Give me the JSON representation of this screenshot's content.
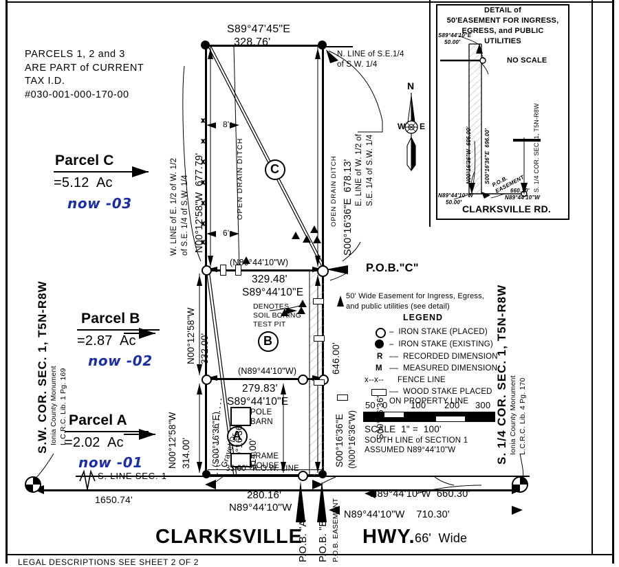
{
  "sheet": {
    "tax_note": "PARCELS 1, 2 and 3\nARE PART of CURRENT\nTAX I.D.\n#030-001-000-170-00",
    "road_name": "CLARKSVILLE",
    "road_name2": "HWY.",
    "road_width": "66'  Wide",
    "bottom_cut": "LEGAL DESCRIPTIONS SEE SHEET 2 OF 2"
  },
  "parcels": [
    {
      "name": "Parcel C",
      "area": "=5.12  Ac",
      "hand": "now -03",
      "circle": "C"
    },
    {
      "name": "Parcel B",
      "area": "=2.87  Ac",
      "hand": "now -02",
      "circle": "B"
    },
    {
      "name": "Parcel A",
      "area": "=2.02  Ac",
      "hand": "now -01",
      "circle": "A"
    }
  ],
  "bearings": {
    "north_line_bearing": "S89°47'45\"E",
    "north_line_dist": "328.76'",
    "north_line_note": "N. LINE of S.E.1/4\nof S.W. 1/4",
    "west_line_note": "W. LINE of E. 1/2 of W. 1/2\nof S.E. 1/4 of S.W. 1/4",
    "west_line_c": "N00°12'58\"W  677.79'",
    "east_line_note": "E. LINE of W. 1/2 of\nS.E. 1/4 of S.W. 1/4",
    "east_line_c": "S00°16'36\"E  678.13'",
    "ditch_label": "OPEN DRAIN DITCH",
    "ditch_label2": "OPEN DRAIN DITCH",
    "offset_top": "8'±",
    "offset_bot": "6'±",
    "pob_c": "P.O.B.\"C\"",
    "c_south_rec": "(N89°44'10\"W)",
    "c_south_dist": "329.48'",
    "c_south_bearing": "S89°44'10\"E",
    "b_west": "N00°12'58\"W\n332.00'",
    "b_south_rec": "(N89°44'10\"W)",
    "b_south_dist": "279.83'",
    "b_south_bearing": "S89°44'10\"E",
    "a_west": "N00°12'58\"W\n314.00'",
    "a_east_rec": "(S00°16'36\"E)",
    "a_east": "N00°16'36\"W\n314.00'",
    "east_overall": "646.00'",
    "east_overall_bearing": "S00°16'36\"E",
    "east_overall_rec": "(N00°16'36\"W)",
    "row_line": "33.00'  R.O.W. LINE",
    "south_line_sec": "S. LINE SEC. 1",
    "south_dist_west": "1650.74'",
    "a_south_dist": "280.16'",
    "a_south_bearing": "N89°44'10\"W",
    "south_660": "N89°44'10\"W  660.30'",
    "south_710": "N89°44'10\"W    710.30'",
    "easement_note": "50' Wide Easement for Ingress, Egress,\nand public utilities (see detail)",
    "soil_boring": "DENOTES\nSOIL BORING\nTEST PIT",
    "pob_a": "P.O.B. \"A\"",
    "pob_b": "P.O.B. \"B\"",
    "pob_easement_bottom": "P.O.B. EASEMENT"
  },
  "monuments": {
    "sw_corner": "S.W. COR. SEC. 1, T5N-R8W",
    "sw_corner_sub": "Ionia County Monument\nL.C.R.C. Lib. 1 Pg. 169",
    "s_quarter": "S. 1/4 COR. SEC. 1, T5N-R8W",
    "s_quarter_sub": "Ionia County Monument\nL.C.R.C. Lib. 4 Pg. 170"
  },
  "compass": {
    "n": "N",
    "w": "W",
    "e": "E"
  },
  "legend": {
    "title": "LEGEND",
    "items": [
      {
        "symbol": "open-circle",
        "text": "–  IRON STAKE (PLACED)"
      },
      {
        "symbol": "filled-circle",
        "text": "–  IRON STAKE (EXISTING)"
      },
      {
        "symbol": "R",
        "text": "––  RECORDED DIMENSION"
      },
      {
        "symbol": "M",
        "text": "––  MEASURED DIMENSION"
      },
      {
        "symbol": "x--x--",
        "text": "FENCE LINE"
      },
      {
        "symbol": "wood-stake",
        "text": "––  WOOD STAKE PLACED\nON PROPERTY LINE"
      }
    ]
  },
  "scale": {
    "ticks": [
      "50",
      "0",
      "100",
      "200",
      "300"
    ],
    "text": "SCALE  1\" =  100'",
    "note": "SOUTH LINE of SECTION 1\nASSUMED N89°44'10\"W"
  },
  "detail": {
    "title": "DETAIL of\n50'EASEMENT FOR INGRESS,\nEGRESS, and PUBLIC\nUTILITIES",
    "no_scale": "NO SCALE",
    "top_bearing": "S89°44'10\"E",
    "top_dist": "50.00'",
    "left_side": "N00°16'36\"W  696.00'",
    "right_side": "S00°16'36\"E  696.00'",
    "pob": "P.O.B.\nEASEMENT",
    "bottom_bearing": "N89°44'10\"W",
    "bottom_dist": "50.00'",
    "bottom_right_dist": "660.30'",
    "bottom_right_bearing": "N89°44'10\"W",
    "corner_label": "S. 1/4 COR. SEC. 1, T5N-R8W",
    "road": "CLARKSVILLE RD."
  },
  "buildings": {
    "pole_barn": "POLE\nBARN",
    "frame_house": "FRAME\nHOUSE",
    "drive": "Gravel Dr."
  },
  "colors": {
    "ink": "#000000",
    "hand": "#1b2ea8",
    "paper": "#ffffff"
  }
}
